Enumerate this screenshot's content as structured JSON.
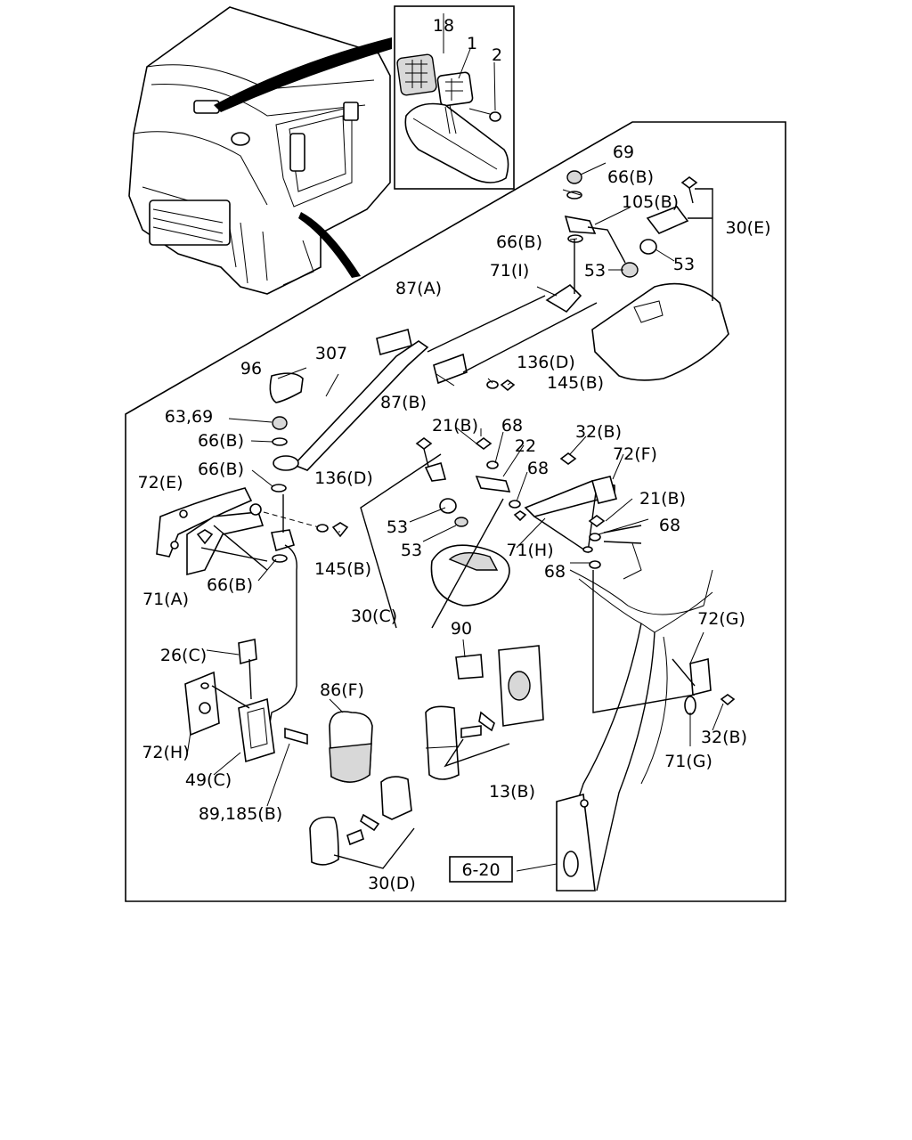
{
  "labels": {
    "l18": "18",
    "l1": "1",
    "l2": "2",
    "l69": "69",
    "l66b_1": "66(B)",
    "l105b": "105(B)",
    "l30e": "30(E)",
    "l66b_2": "66(B)",
    "l53_1": "53",
    "l53_2": "53",
    "l71i": "71(I)",
    "l87a": "87(A)",
    "l307": "307",
    "l96": "96",
    "l136d_1": "136(D)",
    "l145b_1": "145(B)",
    "l87b": "87(B)",
    "l63_69": "63,69",
    "l66b_3": "66(B)",
    "l21b_1": "21(B)",
    "l68_1": "68",
    "l22": "22",
    "l32b_1": "32(B)",
    "l72f": "72(F)",
    "l66b_4": "66(B)",
    "l136d_2": "136(D)",
    "l68_2": "68",
    "l21b_2": "21(B)",
    "l72e": "72(E)",
    "l68_3": "68",
    "l53_3": "53",
    "l53_4": "53",
    "l71h": "71(H)",
    "l68_4": "68",
    "l145b_2": "145(B)",
    "l71a": "71(A)",
    "l66b_5": "66(B)",
    "l30c": "30(C)",
    "l90": "90",
    "l72g": "72(G)",
    "l26c": "26(C)",
    "l86f": "86(F)",
    "l72h": "72(H)",
    "l32b_2": "32(B)",
    "l71g": "71(G)",
    "l49c": "49(C)",
    "l13b": "13(B)",
    "l89_185b": "89,185(B)",
    "l30d": "30(D)",
    "ref": "6-20"
  }
}
